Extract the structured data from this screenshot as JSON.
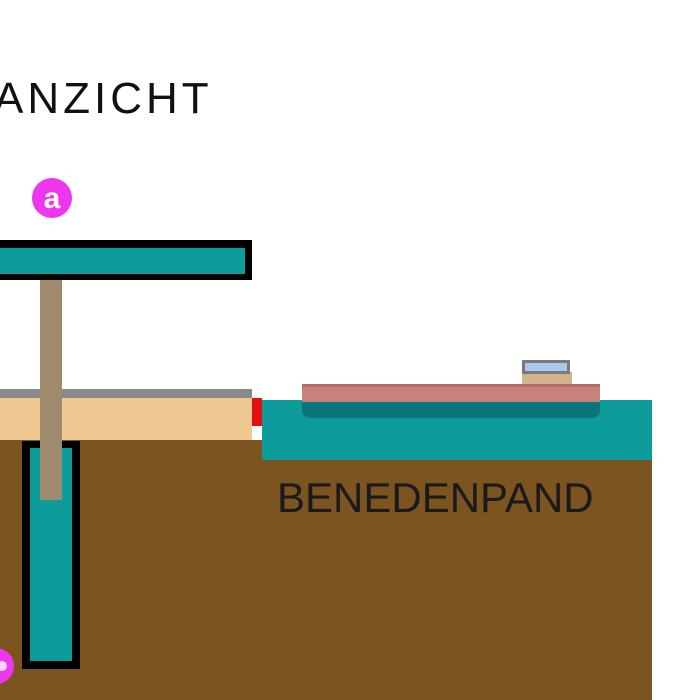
{
  "diagram": {
    "title": "ANZICHT",
    "lower_reach_label": "BENEDENPAND",
    "markers": [
      {
        "id": "a",
        "label": "a"
      },
      {
        "id": "b",
        "label": ""
      }
    ]
  },
  "colors": {
    "water": "#0e9c9a",
    "soil": "#7c5420",
    "sand": "#efc790",
    "steel": "#a08a6e",
    "outline": "#000000",
    "road_surface": "#8a8a8a",
    "marker": "#ee36ee",
    "gate": "#e21010",
    "barge_hull": "#c8827c",
    "barge_cabin": "#a8c8ec"
  }
}
